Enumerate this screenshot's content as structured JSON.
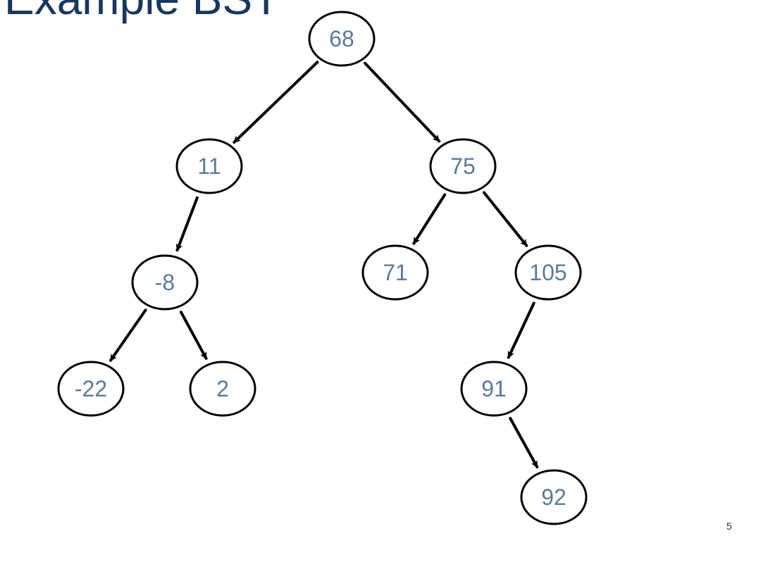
{
  "slide": {
    "title": "Example BST",
    "page_number": "5"
  },
  "tree": {
    "nodes": [
      {
        "id": "n68",
        "label": "68"
      },
      {
        "id": "n11",
        "label": "11"
      },
      {
        "id": "n75",
        "label": "75"
      },
      {
        "id": "n-8",
        "label": "-8"
      },
      {
        "id": "n71",
        "label": "71"
      },
      {
        "id": "n105",
        "label": "105"
      },
      {
        "id": "n-22",
        "label": "-22"
      },
      {
        "id": "n2",
        "label": "2"
      },
      {
        "id": "n91",
        "label": "91"
      },
      {
        "id": "n92",
        "label": "92"
      }
    ],
    "edges": [
      {
        "from": "n68",
        "to": "n11"
      },
      {
        "from": "n68",
        "to": "n75"
      },
      {
        "from": "n11",
        "to": "n-8"
      },
      {
        "from": "n75",
        "to": "n71"
      },
      {
        "from": "n75",
        "to": "n105"
      },
      {
        "from": "n-8",
        "to": "n-22"
      },
      {
        "from": "n-8",
        "to": "n2"
      },
      {
        "from": "n105",
        "to": "n91"
      },
      {
        "from": "n91",
        "to": "n92"
      }
    ]
  }
}
